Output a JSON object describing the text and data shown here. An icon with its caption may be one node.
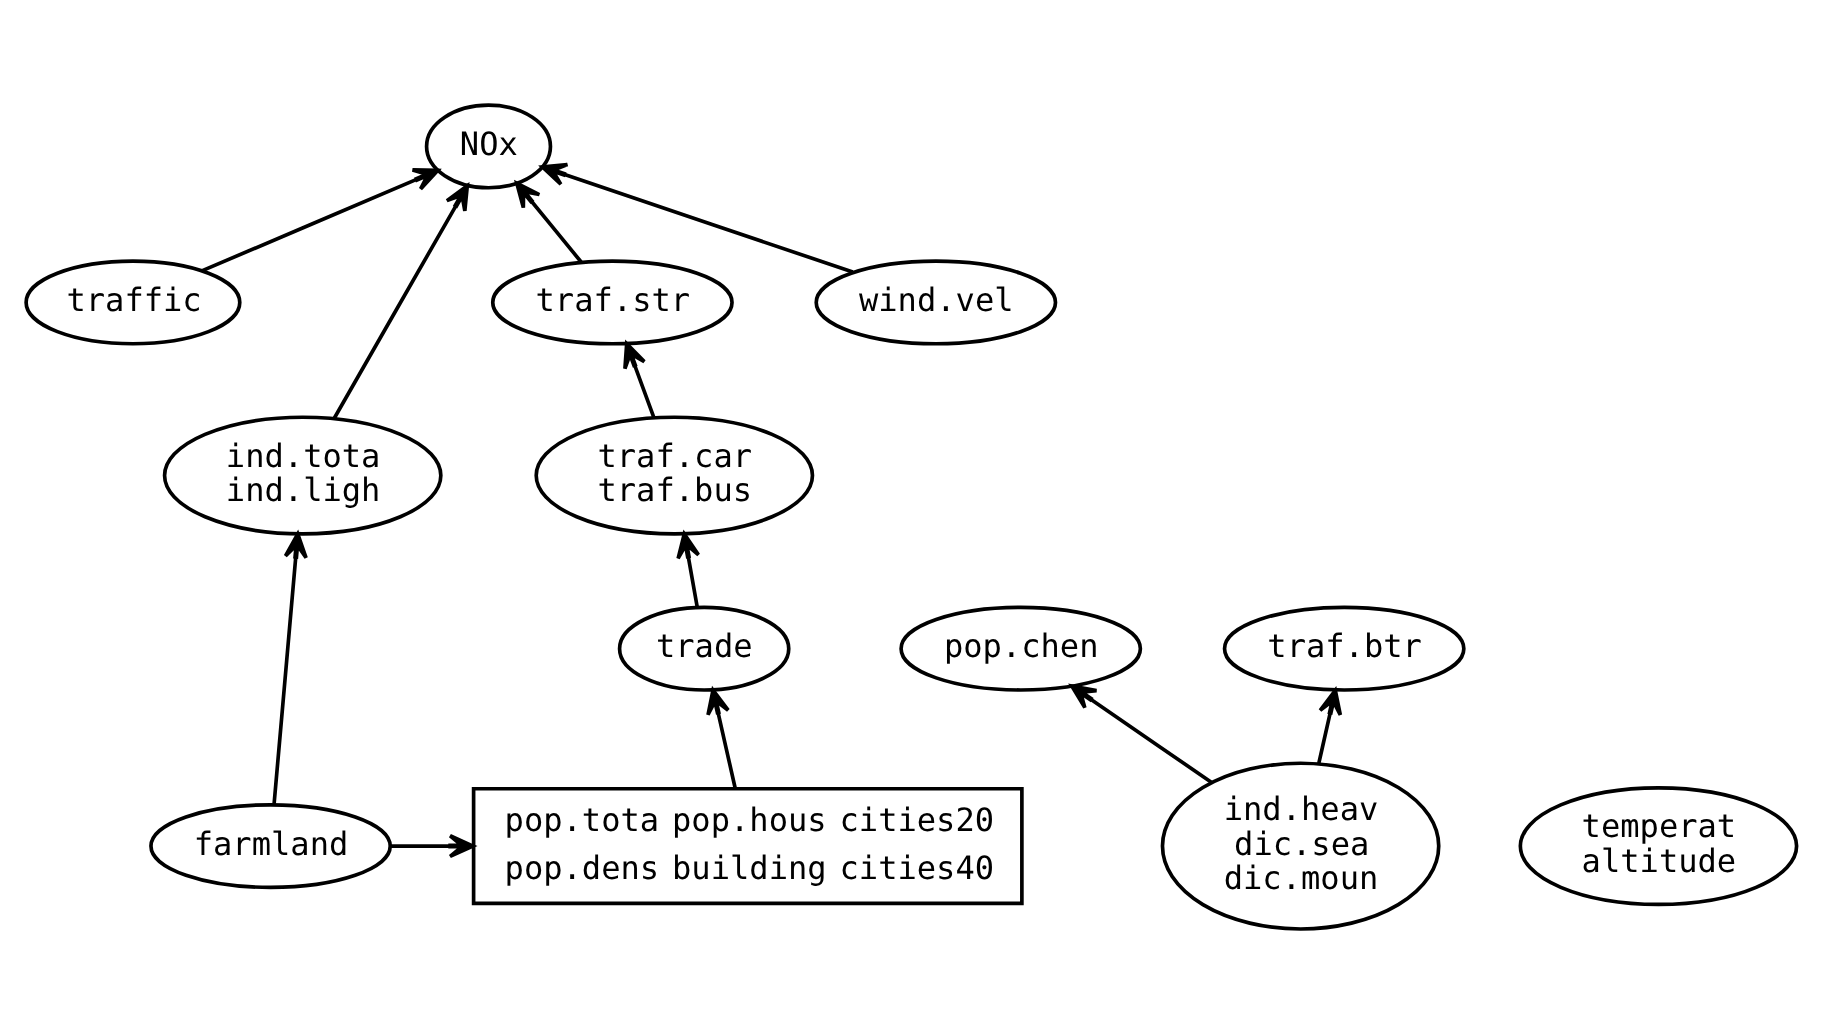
{
  "diagram": {
    "nodes": [
      {
        "text": [
          "NOx"
        ]
      },
      {
        "text": [
          "traffic"
        ]
      },
      {
        "text": [
          "traf.str"
        ]
      },
      {
        "text": [
          "ind.tota",
          "ind.ligh"
        ]
      },
      {
        "text": [
          "wind.vel"
        ]
      },
      {
        "text": [
          "traf.car",
          "traf.bus"
        ]
      },
      {
        "text": [
          "trade"
        ]
      },
      {
        "text": [
          "pop.tota",
          "pop.hous",
          "cities20",
          "pop.dens",
          "building",
          "cities40"
        ]
      },
      {
        "text": [
          "farmland"
        ]
      },
      {
        "text": [
          "pop.chen"
        ]
      },
      {
        "text": [
          "traf.btr"
        ]
      },
      {
        "text": [
          "ind.heav",
          "dic.sea",
          "dic.moun"
        ]
      },
      {
        "text": [
          "temperat",
          "altitude"
        ]
      }
    ],
    "edges": [
      {
        "from": 1,
        "to": 0,
        "arrow": "to"
      },
      {
        "from": 4,
        "to": 0,
        "arrow": "to"
      },
      {
        "from": 2,
        "to": 0,
        "arrow": "to"
      },
      {
        "from": 3,
        "to": 0,
        "arrow": "to"
      },
      {
        "from": 5,
        "to": 2,
        "arrow": "to"
      },
      {
        "from": 6,
        "to": 5,
        "arrow": "to"
      },
      {
        "from": 7,
        "to": 6,
        "arrow": "to"
      },
      {
        "from": 8,
        "to": 3,
        "arrow": "to"
      },
      {
        "from": 8,
        "to": 7,
        "arrow": "to"
      },
      {
        "from": 11,
        "to": 9,
        "arrow": "to"
      },
      {
        "from": 11,
        "to": 10,
        "arrow": "to"
      }
    ]
  }
}
